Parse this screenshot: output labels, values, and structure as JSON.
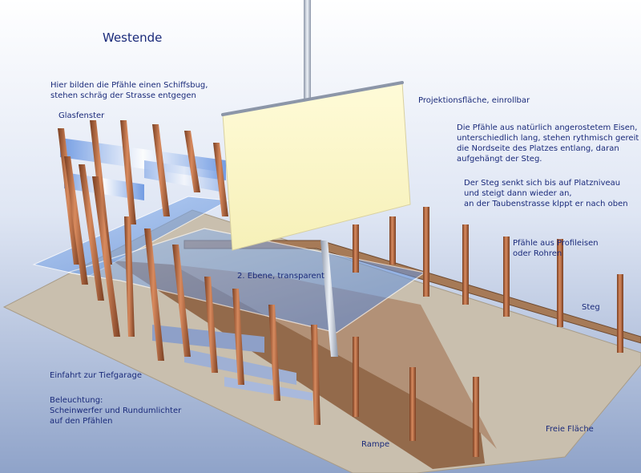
{
  "title": "Westende",
  "labels": {
    "schiffsbug": [
      "Hier bilden die Pfähle einen Schiffsbug,",
      "stehen schräg der Strasse entgegen"
    ],
    "glasfenster": "Glasfenster",
    "projektion": "Projektionsfläche, einrollbar",
    "pfaehle_eisen": [
      "Die Pfähle aus natürlich angerostetem Eisen,",
      "unterschiedlich lang, stehen rythmisch gereit",
      "die Nordseite des Platzes entlang, daran",
      "aufgehängt der Steg."
    ],
    "steg_senkt": [
      "Der Steg senkt sich bis auf Platzniveau",
      "und steigt dann wieder an,",
      "an der Taubenstrasse klppt er nach oben"
    ],
    "ebene2": "2. Ebene, transparent",
    "profileisen": [
      "Pfähle aus Profileisen",
      "oder Rohren"
    ],
    "steg": "Steg",
    "einfahrt": "Einfahrt zur Tiefgarage",
    "beleuchtung": [
      "Beleuchtung:",
      "Scheinwerfer und Rundumlichter",
      "auf den Pfählen"
    ],
    "rampe": "Rampe",
    "freie_flaeche": "Freie Fläche"
  },
  "colors": {
    "background_top": "#ffffff",
    "background_bottom": "#8fa3c9",
    "ground": "#c9bfae",
    "ramp": "#8a5a3a",
    "pole": "#b06a45",
    "glass": "#6f9de0",
    "screen": "#fbf8d0",
    "text": "#1a2a7a"
  }
}
